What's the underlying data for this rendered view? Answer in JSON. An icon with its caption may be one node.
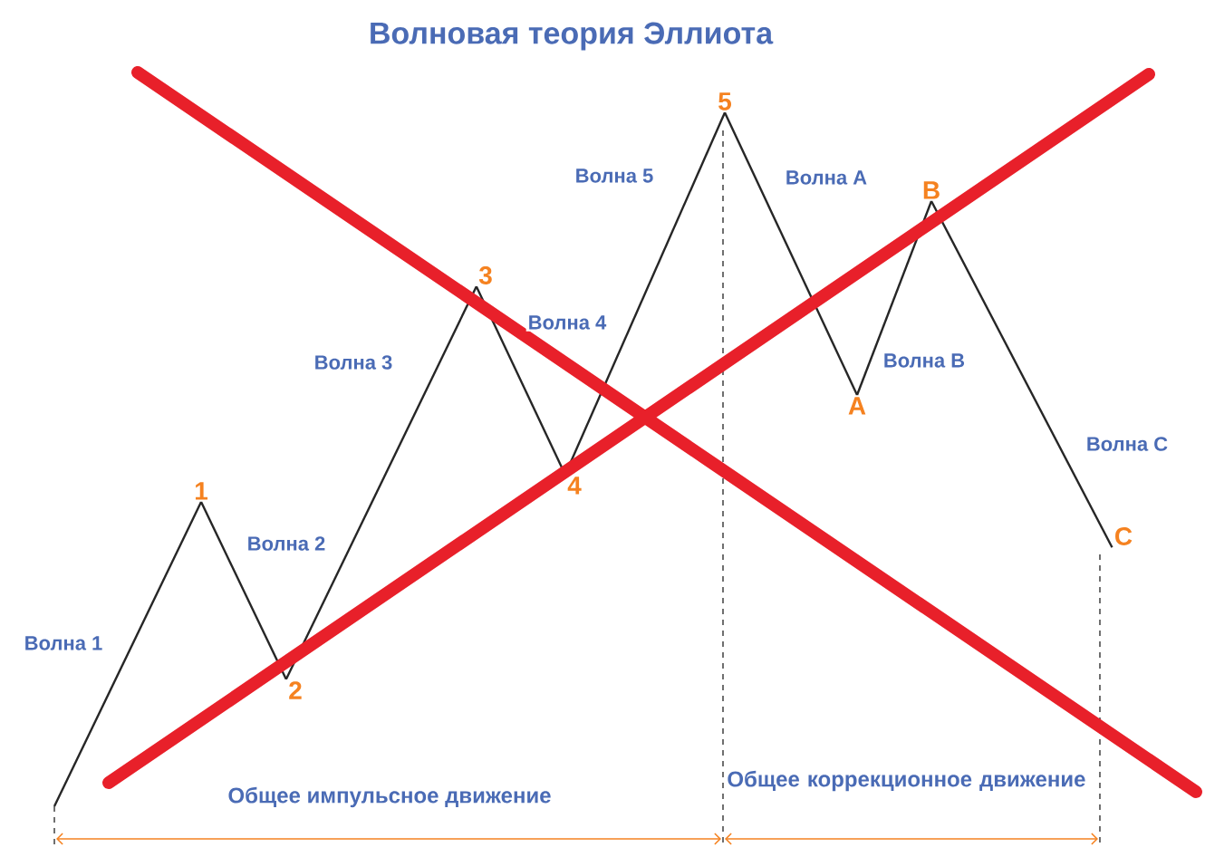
{
  "diagram": {
    "title": "Волновая теория Эллиота",
    "nodes": [
      {
        "text": [
          "1"
        ]
      },
      {
        "text": [
          "2"
        ]
      },
      {
        "text": [
          "3"
        ]
      },
      {
        "text": [
          "4"
        ]
      },
      {
        "text": [
          "5"
        ]
      },
      {
        "text": [
          "A"
        ]
      },
      {
        "text": [
          "B"
        ]
      },
      {
        "text": [
          "C"
        ]
      }
    ],
    "edges": [
      {
        "from": null,
        "to": 0,
        "arrow": "none",
        "label": "Волна 1"
      },
      {
        "from": 0,
        "to": 1,
        "arrow": "none",
        "label": "Волна 2"
      },
      {
        "from": 1,
        "to": 2,
        "arrow": "none",
        "label": "Волна 3"
      },
      {
        "from": 2,
        "to": 3,
        "arrow": "none",
        "label": "Волна 4"
      },
      {
        "from": 3,
        "to": 4,
        "arrow": "none",
        "label": "Волна 5"
      },
      {
        "from": 4,
        "to": 5,
        "arrow": "none",
        "label": "Волна A"
      },
      {
        "from": 5,
        "to": 6,
        "arrow": "none",
        "label": "Волна B"
      },
      {
        "from": 6,
        "to": 7,
        "arrow": "none",
        "label": "Волна C"
      }
    ],
    "labels": [
      "Общее импульсное движение",
      "Общее коррекционное движение"
    ]
  }
}
